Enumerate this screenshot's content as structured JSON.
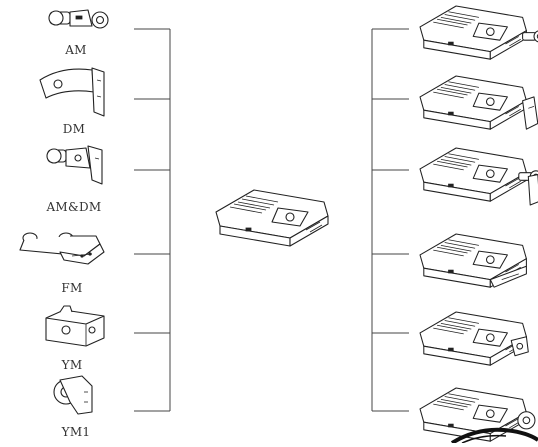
{
  "mounts": [
    {
      "label": "AM",
      "icon": "arm-mount-icon"
    },
    {
      "label": "DM",
      "icon": "direct-mount-icon"
    },
    {
      "label": "AM&DM",
      "icon": "arm-and-direct-mount-icon"
    },
    {
      "label": "FM",
      "icon": "flat-mount-icon"
    },
    {
      "label": "YM",
      "icon": "yoke-mount-icon"
    },
    {
      "label": "YM1",
      "icon": "yoke-mount-1-icon"
    }
  ],
  "colors": {
    "line": "#444444",
    "text": "#333333",
    "ink": "#222222"
  }
}
